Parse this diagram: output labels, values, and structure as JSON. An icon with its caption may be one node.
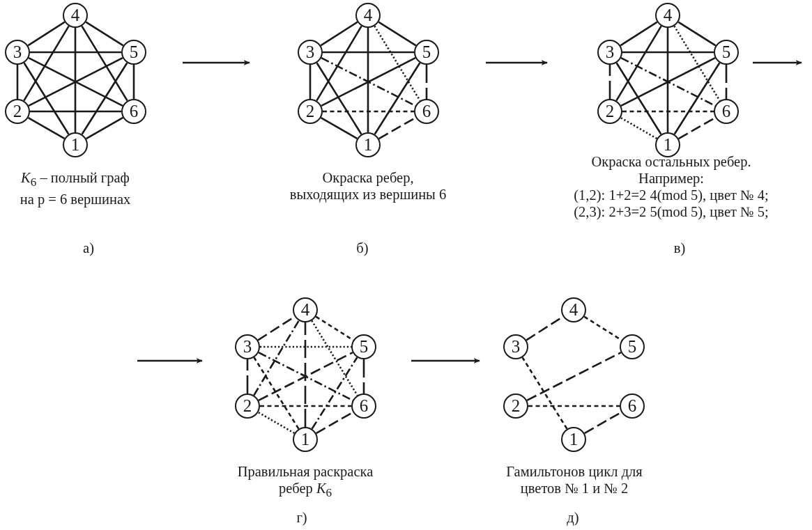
{
  "diagram": {
    "nodes": [
      {
        "text": [
          "*K*$_{6}$ – полный граф на p = 6 вершинах",
          "а)"
        ]
      },
      {
        "text": [
          "4"
        ],
        "in": 0
      },
      {
        "text": [
          "3"
        ],
        "in": 0
      },
      {
        "text": [
          "5"
        ],
        "in": 0
      },
      {
        "text": [
          "2"
        ],
        "in": 0
      },
      {
        "text": [
          "6"
        ],
        "in": 0
      },
      {
        "text": [
          "1"
        ],
        "in": 0
      },
      {
        "text": [
          "Окраска ребер, выходящих из вершины 6",
          "б)"
        ]
      },
      {
        "text": [
          "4"
        ],
        "in": 7
      },
      {
        "text": [
          "3"
        ],
        "in": 7
      },
      {
        "text": [
          "5"
        ],
        "in": 7
      },
      {
        "text": [
          "2"
        ],
        "in": 7
      },
      {
        "text": [
          "6"
        ],
        "in": 7
      },
      {
        "text": [
          "1"
        ],
        "in": 7
      },
      {
        "text": [
          "Окраска остальных ребер.",
          "Например:",
          "(1,2): 1+2=2 4(mod 5), цвет № 4;",
          "(2,3): 2+3=2 5(mod 5), цвет № 5;",
          "в)"
        ]
      },
      {
        "text": [
          "4"
        ],
        "in": 14
      },
      {
        "text": [
          "3"
        ],
        "in": 14
      },
      {
        "text": [
          "5"
        ],
        "in": 14
      },
      {
        "text": [
          "2"
        ],
        "in": 14
      },
      {
        "text": [
          "6"
        ],
        "in": 14
      },
      {
        "text": [
          "1"
        ],
        "in": 14
      },
      {
        "text": [
          "Правильная раскраска ребер *K*$_{6}$",
          "г)"
        ]
      },
      {
        "text": [
          "4"
        ],
        "in": 21
      },
      {
        "text": [
          "3"
        ],
        "in": 21
      },
      {
        "text": [
          "5"
        ],
        "in": 21
      },
      {
        "text": [
          "2"
        ],
        "in": 21
      },
      {
        "text": [
          "6"
        ],
        "in": 21
      },
      {
        "text": [
          "1"
        ],
        "in": 21
      },
      {
        "text": [
          "Гамильтонов цикл для цветов № 1 и № 2",
          "д)"
        ]
      },
      {
        "text": [
          "4"
        ],
        "in": 28
      },
      {
        "text": [
          "3"
        ],
        "in": 28
      },
      {
        "text": [
          "5"
        ],
        "in": 28
      },
      {
        "text": [
          "2"
        ],
        "in": 28
      },
      {
        "text": [
          "6"
        ],
        "in": 28
      },
      {
        "text": [
          "1"
        ],
        "in": 28
      }
    ],
    "edges": [
      {
        "from": 6,
        "to": 4,
        "arrow": "none"
      },
      {
        "from": 6,
        "to": 2,
        "arrow": "none"
      },
      {
        "from": 6,
        "to": 1,
        "arrow": "none"
      },
      {
        "from": 6,
        "to": 3,
        "arrow": "none"
      },
      {
        "from": 6,
        "to": 5,
        "arrow": "none"
      },
      {
        "from": 4,
        "to": 2,
        "arrow": "none"
      },
      {
        "from": 4,
        "to": 1,
        "arrow": "none"
      },
      {
        "from": 4,
        "to": 3,
        "arrow": "none"
      },
      {
        "from": 4,
        "to": 5,
        "arrow": "none"
      },
      {
        "from": 2,
        "to": 1,
        "arrow": "none"
      },
      {
        "from": 2,
        "to": 3,
        "arrow": "none"
      },
      {
        "from": 2,
        "to": 5,
        "arrow": "none"
      },
      {
        "from": 1,
        "to": 3,
        "arrow": "none"
      },
      {
        "from": 1,
        "to": 5,
        "arrow": "none"
      },
      {
        "from": 3,
        "to": 5,
        "arrow": "none"
      },
      {
        "from": 13,
        "to": 11,
        "arrow": "none"
      },
      {
        "from": 13,
        "to": 9,
        "arrow": "none"
      },
      {
        "from": 13,
        "to": 8,
        "arrow": "none"
      },
      {
        "from": 13,
        "to": 10,
        "arrow": "none"
      },
      {
        "from": 13,
        "to": 12,
        "arrow": "none",
        "style": "dashed"
      },
      {
        "from": 11,
        "to": 9,
        "arrow": "none"
      },
      {
        "from": 11,
        "to": 8,
        "arrow": "none"
      },
      {
        "from": 11,
        "to": 10,
        "arrow": "none"
      },
      {
        "from": 11,
        "to": 12,
        "arrow": "none",
        "style": "dashed"
      },
      {
        "from": 9,
        "to": 8,
        "arrow": "none"
      },
      {
        "from": 9,
        "to": 10,
        "arrow": "none"
      },
      {
        "from": 9,
        "to": 12,
        "arrow": "none",
        "style": "dashed"
      },
      {
        "from": 8,
        "to": 10,
        "arrow": "none"
      },
      {
        "from": 8,
        "to": 12,
        "arrow": "none",
        "style": "dashed"
      },
      {
        "from": 10,
        "to": 12,
        "arrow": "none",
        "style": "dashed"
      },
      {
        "from": 20,
        "to": 18,
        "arrow": "none",
        "style": "dashed"
      },
      {
        "from": 20,
        "to": 16,
        "arrow": "none"
      },
      {
        "from": 20,
        "to": 15,
        "arrow": "none"
      },
      {
        "from": 20,
        "to": 17,
        "arrow": "none"
      },
      {
        "from": 20,
        "to": 19,
        "arrow": "none",
        "style": "dashed"
      },
      {
        "from": 18,
        "to": 16,
        "arrow": "none",
        "style": "dashed"
      },
      {
        "from": 18,
        "to": 15,
        "arrow": "none"
      },
      {
        "from": 18,
        "to": 17,
        "arrow": "none"
      },
      {
        "from": 18,
        "to": 19,
        "arrow": "none",
        "style": "dashed"
      },
      {
        "from": 16,
        "to": 15,
        "arrow": "none"
      },
      {
        "from": 16,
        "to": 17,
        "arrow": "none"
      },
      {
        "from": 16,
        "to": 19,
        "arrow": "none",
        "style": "dashed"
      },
      {
        "from": 15,
        "to": 17,
        "arrow": "none"
      },
      {
        "from": 15,
        "to": 19,
        "arrow": "none",
        "style": "dashed"
      },
      {
        "from": 17,
        "to": 19,
        "arrow": "none",
        "style": "dashed"
      },
      {
        "from": 27,
        "to": 25,
        "arrow": "none",
        "style": "dashed"
      },
      {
        "from": 27,
        "to": 23,
        "arrow": "none",
        "style": "dashed"
      },
      {
        "from": 27,
        "to": 22,
        "arrow": "none",
        "style": "dashed"
      },
      {
        "from": 27,
        "to": 24,
        "arrow": "none",
        "style": "dashed"
      },
      {
        "from": 27,
        "to": 26,
        "arrow": "none",
        "style": "dashed"
      },
      {
        "from": 25,
        "to": 23,
        "arrow": "none",
        "style": "dashed"
      },
      {
        "from": 25,
        "to": 22,
        "arrow": "none",
        "style": "dashed"
      },
      {
        "from": 25,
        "to": 24,
        "arrow": "none",
        "style": "dashed"
      },
      {
        "from": 25,
        "to": 26,
        "arrow": "none",
        "style": "dashed"
      },
      {
        "from": 23,
        "to": 22,
        "arrow": "none",
        "style": "dashed"
      },
      {
        "from": 23,
        "to": 24,
        "arrow": "none",
        "style": "dashed"
      },
      {
        "from": 23,
        "to": 26,
        "arrow": "none",
        "style": "dashed"
      },
      {
        "from": 22,
        "to": 24,
        "arrow": "none",
        "style": "dashed"
      },
      {
        "from": 22,
        "to": 26,
        "arrow": "none",
        "style": "dashed"
      },
      {
        "from": 24,
        "to": 26,
        "arrow": "none",
        "style": "dashed"
      },
      {
        "from": 34,
        "to": 33,
        "arrow": "none",
        "style": "dashed"
      },
      {
        "from": 32,
        "to": 31,
        "arrow": "none",
        "style": "dashed"
      },
      {
        "from": 30,
        "to": 29,
        "arrow": "none",
        "style": "dashed"
      },
      {
        "from": 34,
        "to": 30,
        "arrow": "none",
        "style": "dashed"
      },
      {
        "from": 29,
        "to": 31,
        "arrow": "none",
        "style": "dashed"
      },
      {
        "from": 32,
        "to": 33,
        "arrow": "none",
        "style": "dashed"
      },
      {
        "from": 0,
        "to": 7,
        "arrow": "to"
      },
      {
        "from": 7,
        "to": 14,
        "arrow": "to"
      },
      {
        "from": 14,
        "to": null,
        "arrow": "to"
      },
      {
        "from": null,
        "to": 21,
        "arrow": "to"
      },
      {
        "from": 21,
        "to": 28,
        "arrow": "to"
      }
    ]
  }
}
